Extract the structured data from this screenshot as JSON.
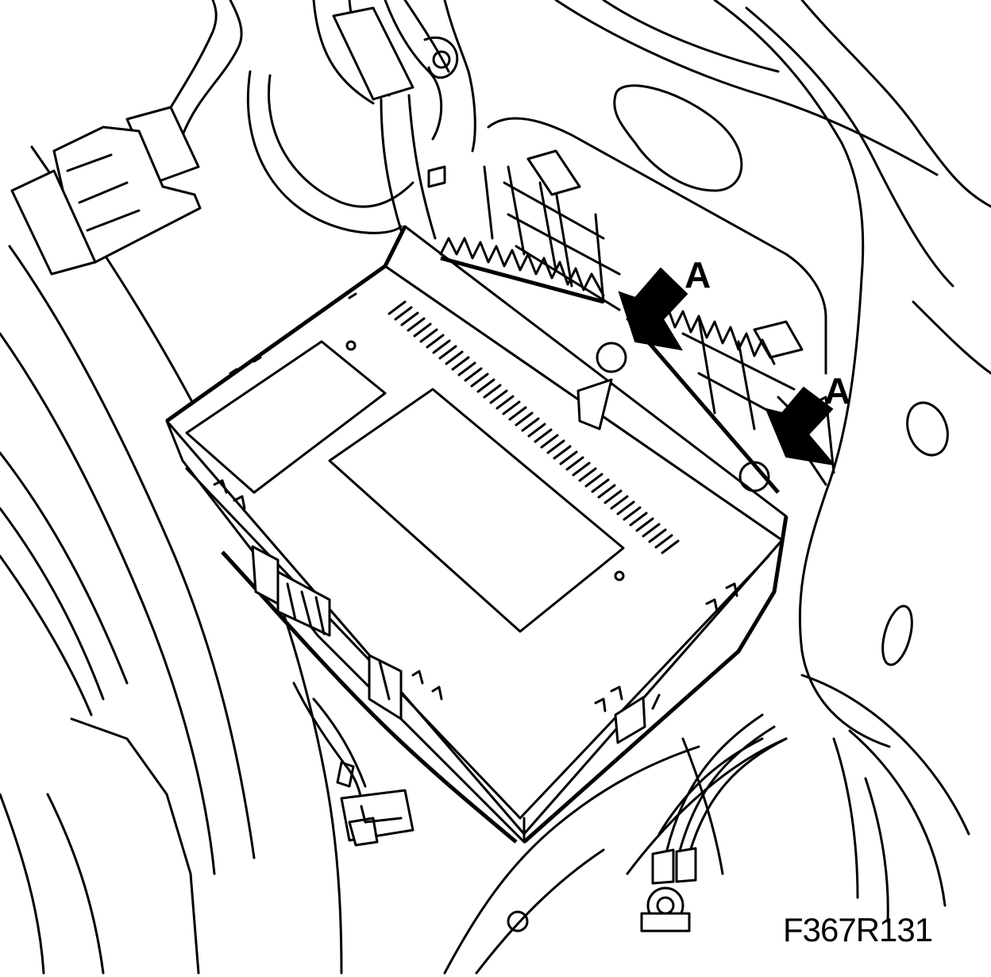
{
  "figure_code": "F367R131",
  "callouts": [
    {
      "id": "upper",
      "label": "A"
    },
    {
      "id": "lower",
      "label": "A"
    }
  ]
}
